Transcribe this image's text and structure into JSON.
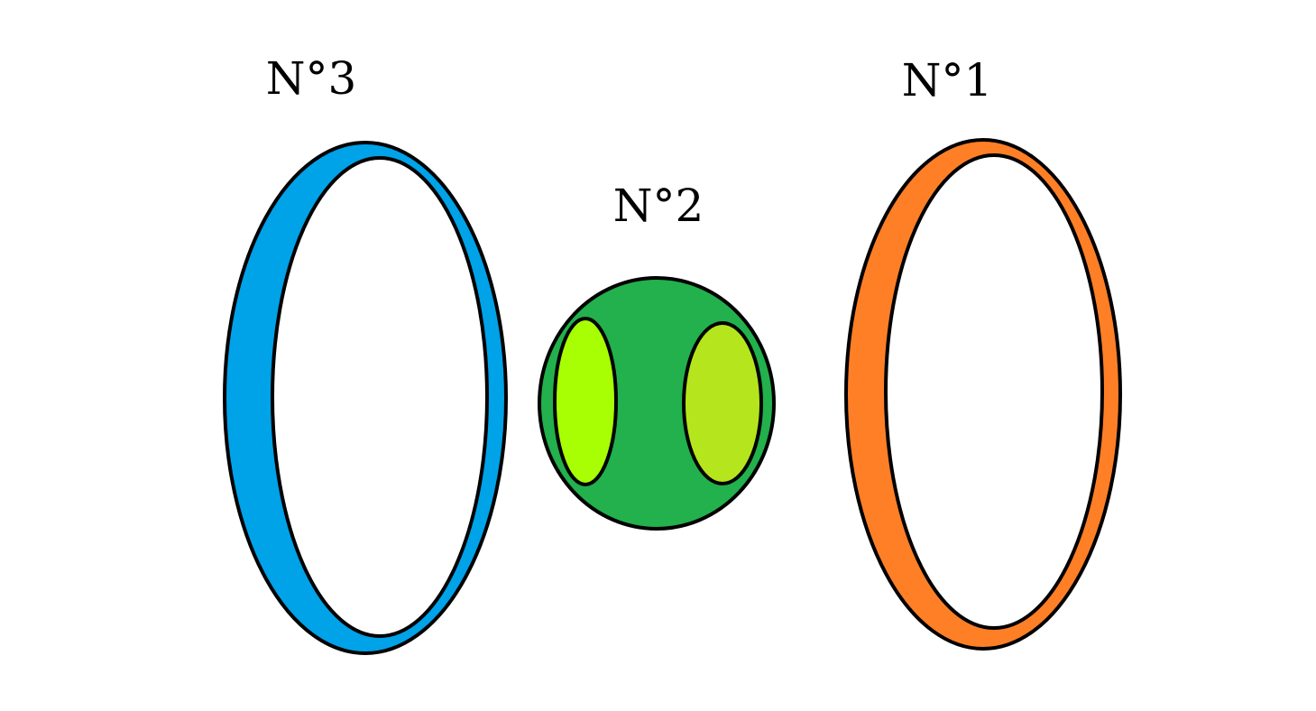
{
  "labels": {
    "ring_3": "N°3",
    "sphere_2": "N°2",
    "ring_1": "N°1"
  },
  "colors": {
    "ring_3": "#00a2e8",
    "sphere_2": "#22b14c",
    "sphere_2_left_patch": "#a8ff04",
    "sphere_2_right_patch": "#b5e61d",
    "ring_1": "#ff7f27",
    "outline": "#000000"
  }
}
